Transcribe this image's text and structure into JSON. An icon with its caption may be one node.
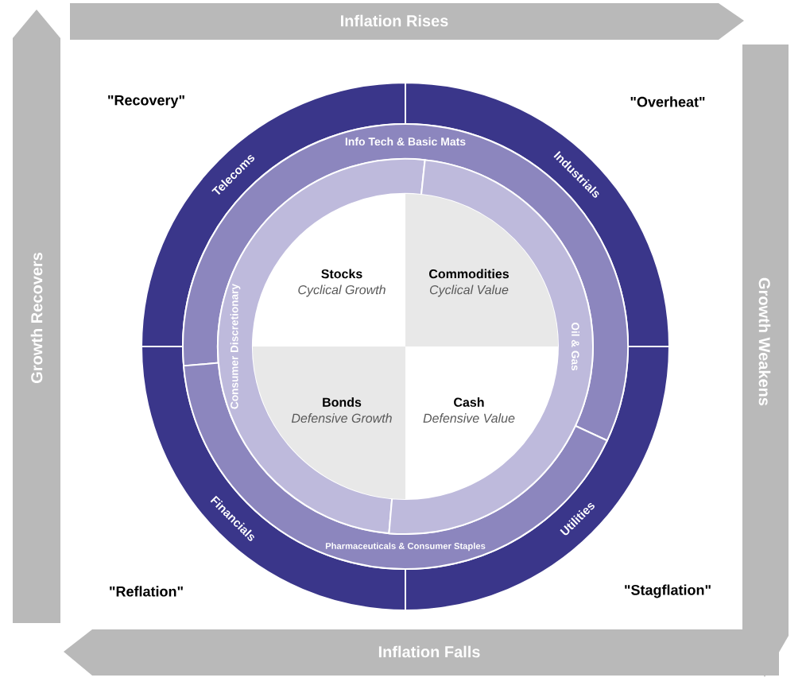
{
  "diagram": {
    "nodes": [
      {
        "text": [
          "Inflation Rises"
        ]
      },
      {
        "text": [
          "Growth Recovers"
        ]
      },
      {
        "text": [
          "Growth Weakens"
        ]
      },
      {
        "text": [
          "Inflation Falls"
        ]
      },
      {
        "text": [
          "Telecoms"
        ]
      },
      {
        "text": [
          "Industrials"
        ]
      },
      {
        "text": [
          "Financials"
        ]
      },
      {
        "text": [
          "Utilities"
        ]
      },
      {
        "text": [
          "Info Tech & Basic Mats"
        ]
      },
      {
        "text": [
          "Pharmaceuticals & Consumer Staples"
        ]
      },
      {
        "text": [
          "Consumer Discretionary"
        ]
      },
      {
        "text": [
          "Oil & Gas"
        ]
      },
      {
        "text": [
          "Stocks",
          "Cyclical Growth"
        ]
      },
      {
        "text": [
          "Commodities",
          "Cyclical Value"
        ]
      },
      {
        "text": [
          "Bonds",
          "Defensive Growth"
        ]
      },
      {
        "text": [
          "Cash",
          "Defensive Value"
        ]
      }
    ],
    "labels": [
      "\"Recovery\"",
      "\"Overheat\"",
      "\"Reflation\"",
      "\"Stagflation\""
    ]
  }
}
